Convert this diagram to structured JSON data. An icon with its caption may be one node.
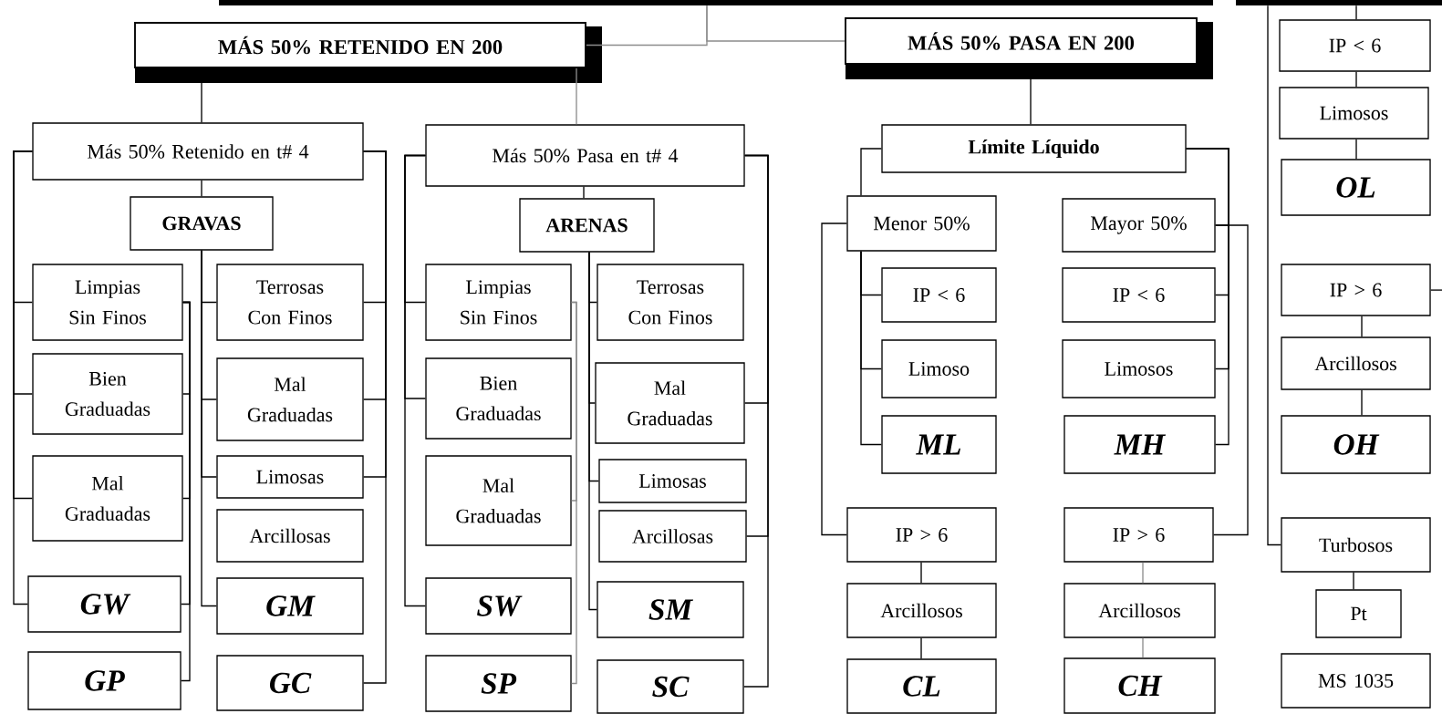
{
  "diagram": {
    "nodes": [
      {
        "text": [],
        "shape": "bar"
      },
      {
        "text": [],
        "shape": "bar"
      },
      {
        "text": [
          "MÁS 50% RETENIDO EN 200"
        ]
      },
      {
        "text": [
          "MÁS 50% PASA EN 200"
        ]
      },
      {
        "text": [
          "Más 50% Retenido en t# 4"
        ]
      },
      {
        "text": [
          "GRAVAS"
        ]
      },
      {
        "text": [
          "Limpias Sin Finos"
        ]
      },
      {
        "text": [
          "Bien Graduadas"
        ]
      },
      {
        "text": [
          "Mal Graduadas"
        ]
      },
      {
        "text": [
          "GW"
        ]
      },
      {
        "text": [
          "GP"
        ]
      },
      {
        "text": [
          "Terrosas Con Finos"
        ]
      },
      {
        "text": [
          "Mal Graduadas"
        ]
      },
      {
        "text": [
          "Limosas"
        ]
      },
      {
        "text": [
          "Arcillosas"
        ]
      },
      {
        "text": [
          "GM"
        ]
      },
      {
        "text": [
          "GC"
        ]
      },
      {
        "text": [
          "Más 50% Pasa en t# 4"
        ]
      },
      {
        "text": [
          "ARENAS"
        ]
      },
      {
        "text": [
          "Limpias Sin Finos"
        ]
      },
      {
        "text": [
          "Bien Graduadas"
        ]
      },
      {
        "text": [
          "Mal Graduadas"
        ]
      },
      {
        "text": [
          "SW"
        ]
      },
      {
        "text": [
          "SP"
        ]
      },
      {
        "text": [
          "Terrosas Con Finos"
        ]
      },
      {
        "text": [
          "Mal Graduadas"
        ]
      },
      {
        "text": [
          "Limosas"
        ]
      },
      {
        "text": [
          "Arcillosas"
        ]
      },
      {
        "text": [
          "SM"
        ]
      },
      {
        "text": [
          "SC"
        ]
      },
      {
        "text": [
          "Límite Líquido"
        ]
      },
      {
        "text": [
          "Menor 50%"
        ]
      },
      {
        "text": [
          "IP < 6"
        ]
      },
      {
        "text": [
          "Limoso"
        ]
      },
      {
        "text": [
          "ML"
        ]
      },
      {
        "text": [
          "IP > 6"
        ]
      },
      {
        "text": [
          "Arcillosos"
        ]
      },
      {
        "text": [
          "CL"
        ]
      },
      {
        "text": [
          "Mayor 50%"
        ]
      },
      {
        "text": [
          "IP < 6"
        ]
      },
      {
        "text": [
          "Limosos"
        ]
      },
      {
        "text": [
          "MH"
        ]
      },
      {
        "text": [
          "IP > 6"
        ]
      },
      {
        "text": [
          "Arcillosos"
        ]
      },
      {
        "text": [
          "CH"
        ]
      },
      {
        "text": [
          "IP < 6"
        ]
      },
      {
        "text": [
          "Limosos"
        ]
      },
      {
        "text": [
          "OL"
        ]
      },
      {
        "text": [
          "IP > 6"
        ]
      },
      {
        "text": [
          "Arcillosos"
        ]
      },
      {
        "text": [
          "OH"
        ]
      },
      {
        "text": [
          "Turbosos"
        ]
      },
      {
        "text": [
          "Pt"
        ]
      },
      {
        "text": [
          "MS 1035"
        ]
      }
    ],
    "edges": [
      {
        "from": 0,
        "to": 2,
        "arrow": "none",
        "color": "#8c8c8c"
      },
      {
        "from": 0,
        "to": 3,
        "arrow": "none",
        "color": "#8c8c8c"
      },
      {
        "from": 2,
        "to": 4,
        "arrow": "none"
      },
      {
        "from": 4,
        "to": 5,
        "arrow": "none"
      },
      {
        "from": 4,
        "to": 6,
        "arrow": "none"
      },
      {
        "from": 4,
        "to": 7,
        "arrow": "none"
      },
      {
        "from": 4,
        "to": 8,
        "arrow": "none"
      },
      {
        "from": 4,
        "to": 9,
        "arrow": "none"
      },
      {
        "from": 6,
        "to": 7,
        "arrow": "none"
      },
      {
        "from": 6,
        "to": 8,
        "arrow": "none"
      },
      {
        "from": 6,
        "to": 9,
        "arrow": "none"
      },
      {
        "from": 6,
        "to": 10,
        "arrow": "none"
      },
      {
        "from": 5,
        "to": 11,
        "arrow": "none"
      },
      {
        "from": 5,
        "to": 12,
        "arrow": "none"
      },
      {
        "from": 5,
        "to": 13,
        "arrow": "none"
      },
      {
        "from": 5,
        "to": 15,
        "arrow": "none"
      },
      {
        "from": 4,
        "to": 11,
        "arrow": "none"
      },
      {
        "from": 4,
        "to": 12,
        "arrow": "none"
      },
      {
        "from": 4,
        "to": 13,
        "arrow": "none"
      },
      {
        "from": 4,
        "to": 16,
        "arrow": "none"
      },
      {
        "from": 2,
        "to": 17,
        "arrow": "none",
        "color": "#8c8c8c"
      },
      {
        "from": 17,
        "to": 18,
        "arrow": "none"
      },
      {
        "from": 17,
        "to": 19,
        "arrow": "none"
      },
      {
        "from": 17,
        "to": 20,
        "arrow": "none"
      },
      {
        "from": 17,
        "to": 22,
        "arrow": "none"
      },
      {
        "from": 19,
        "to": 21,
        "arrow": "none",
        "color": "#8c8c8c"
      },
      {
        "from": 19,
        "to": 23,
        "arrow": "none",
        "color": "#8c8c8c"
      },
      {
        "from": 18,
        "to": 24,
        "arrow": "none"
      },
      {
        "from": 18,
        "to": 25,
        "arrow": "none"
      },
      {
        "from": 18,
        "to": 26,
        "arrow": "none"
      },
      {
        "from": 18,
        "to": 28,
        "arrow": "none"
      },
      {
        "from": 17,
        "to": 25,
        "arrow": "none"
      },
      {
        "from": 17,
        "to": 27,
        "arrow": "none"
      },
      {
        "from": 17,
        "to": 29,
        "arrow": "none"
      },
      {
        "from": 3,
        "to": 30,
        "arrow": "none"
      },
      {
        "from": 30,
        "to": 31,
        "arrow": "none"
      },
      {
        "from": 31,
        "to": 32,
        "arrow": "none"
      },
      {
        "from": 31,
        "to": 33,
        "arrow": "none"
      },
      {
        "from": 31,
        "to": 34,
        "arrow": "none"
      },
      {
        "from": 31,
        "to": 35,
        "arrow": "none"
      },
      {
        "from": 35,
        "to": 36,
        "arrow": "none"
      },
      {
        "from": 36,
        "to": 37,
        "arrow": "none"
      },
      {
        "from": 30,
        "to": 39,
        "arrow": "none"
      },
      {
        "from": 30,
        "to": 40,
        "arrow": "none"
      },
      {
        "from": 30,
        "to": 41,
        "arrow": "none"
      },
      {
        "from": 38,
        "to": 42,
        "arrow": "none"
      },
      {
        "from": 42,
        "to": 43,
        "arrow": "none",
        "color": "#8c8c8c"
      },
      {
        "from": 43,
        "to": 44,
        "arrow": "none",
        "color": "#8c8c8c"
      },
      {
        "from": 1,
        "to": 45,
        "arrow": "none"
      },
      {
        "from": 45,
        "to": 46,
        "arrow": "none"
      },
      {
        "from": 46,
        "to": 47,
        "arrow": "none"
      },
      {
        "from": 48,
        "to": 49,
        "arrow": "none"
      },
      {
        "from": 49,
        "to": 50,
        "arrow": "none"
      },
      {
        "from": 1,
        "to": 51,
        "arrow": "none"
      },
      {
        "from": 51,
        "to": 52,
        "arrow": "none"
      },
      {
        "from": 48,
        "to": null,
        "arrow": "none"
      },
      {
        "from": 30,
        "to": 38,
        "arrow": "none"
      }
    ]
  }
}
